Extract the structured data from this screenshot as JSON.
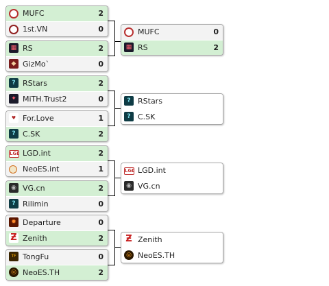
{
  "round1": [
    {
      "team1": {
        "name": "MUFC",
        "score": "2",
        "logo": "mufc-logo"
      },
      "team2": {
        "name": "1st.VN",
        "score": "0",
        "logo": "firstvn-logo"
      }
    },
    {
      "team1": {
        "name": "RS",
        "score": "2",
        "logo": "rs-logo"
      },
      "team2": {
        "name": "GizMo`",
        "score": "0",
        "logo": "gizmo-logo"
      }
    },
    {
      "team1": {
        "name": "RStars",
        "score": "2",
        "logo": "unknown-logo"
      },
      "team2": {
        "name": "MiTH.Trust2",
        "score": "0",
        "logo": "mith-logo"
      }
    },
    {
      "team1": {
        "name": "For.Love",
        "score": "1",
        "logo": "forlove-logo"
      },
      "team2": {
        "name": "C.SK",
        "score": "2",
        "logo": "unknown-logo"
      }
    },
    {
      "team1": {
        "name": "LGD.int",
        "score": "2",
        "logo": "lgd-logo"
      },
      "team2": {
        "name": "NeoES.int",
        "score": "1",
        "logo": "neoes-logo"
      }
    },
    {
      "team1": {
        "name": "VG.cn",
        "score": "2",
        "logo": "vg-logo"
      },
      "team2": {
        "name": "Rilimin",
        "score": "0",
        "logo": "unknown-logo"
      }
    },
    {
      "team1": {
        "name": "Departure",
        "score": "0",
        "logo": "departure-logo"
      },
      "team2": {
        "name": "Zenith",
        "score": "2",
        "logo": "zenith-logo"
      }
    },
    {
      "team1": {
        "name": "TongFu",
        "score": "0",
        "logo": "tongfu-logo"
      },
      "team2": {
        "name": "NeoES.TH",
        "score": "2",
        "logo": "neoesth-logo"
      }
    }
  ],
  "round2": [
    {
      "team1": {
        "name": "MUFC",
        "score": "0",
        "logo": "mufc-logo"
      },
      "team2": {
        "name": "RS",
        "score": "2",
        "logo": "rs-logo"
      }
    },
    {
      "team1": {
        "name": "RStars",
        "score": "",
        "logo": "unknown-logo"
      },
      "team2": {
        "name": "C.SK",
        "score": "",
        "logo": "unknown-logo"
      }
    },
    {
      "team1": {
        "name": "LGD.int",
        "score": "",
        "logo": "lgd-logo"
      },
      "team2": {
        "name": "VG.cn",
        "score": "",
        "logo": "vg-logo"
      }
    },
    {
      "team1": {
        "name": "Zenith",
        "score": "",
        "logo": "zenith-logo"
      },
      "team2": {
        "name": "NeoES.TH",
        "score": "",
        "logo": "neoesth-logo"
      }
    }
  ],
  "colors": {
    "winner_row": "#d3efd3",
    "loser_row": "#f3f3f3",
    "border": "#a8a8a8",
    "connector": "#000000"
  }
}
